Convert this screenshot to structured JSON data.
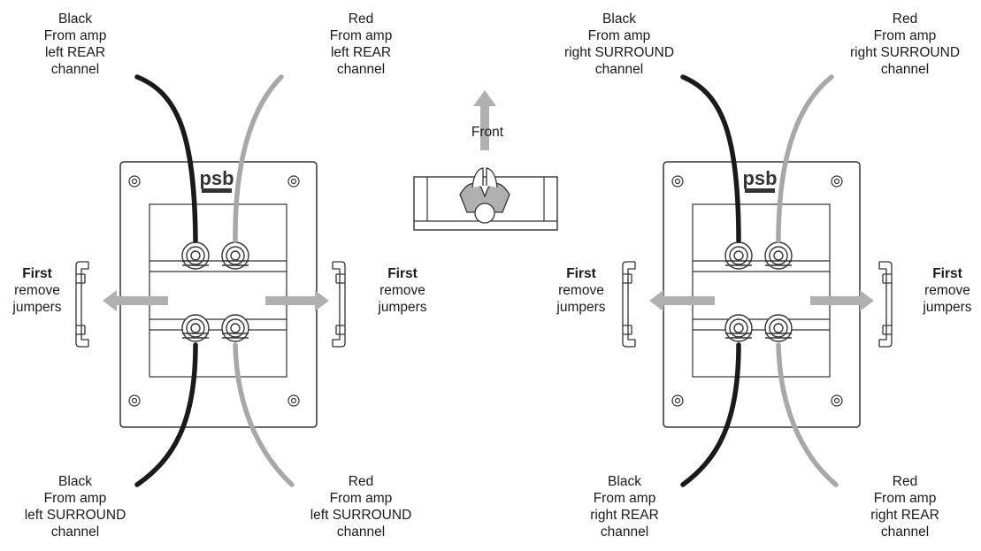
{
  "labels": {
    "left_top_black": [
      "Black",
      "From amp",
      "left REAR",
      "channel"
    ],
    "left_top_red": [
      "Red",
      "From amp",
      "left REAR",
      "channel"
    ],
    "right_top_black": [
      "Black",
      "From amp",
      "right SURROUND",
      "channel"
    ],
    "right_top_red": [
      "Red",
      "From amp",
      "right SURROUND",
      "channel"
    ],
    "left_bottom_black": [
      "Black",
      "From amp",
      "left SURROUND",
      "channel"
    ],
    "left_bottom_red": [
      "Red",
      "From amp",
      "left SURROUND",
      "channel"
    ],
    "right_bottom_black": [
      "Black",
      "From amp",
      "right REAR",
      "channel"
    ],
    "right_bottom_red": [
      "Red",
      "From amp",
      "right REAR",
      "channel"
    ],
    "first_remove_jumpers": [
      "First",
      "remove",
      "jumpers"
    ],
    "front": "Front"
  },
  "logo_text": "psb",
  "colors": {
    "black_wire": "#1a1a1a",
    "red_wire": "#a8a8a8",
    "arrow": "#b0b0b0",
    "outline": "#333333"
  }
}
